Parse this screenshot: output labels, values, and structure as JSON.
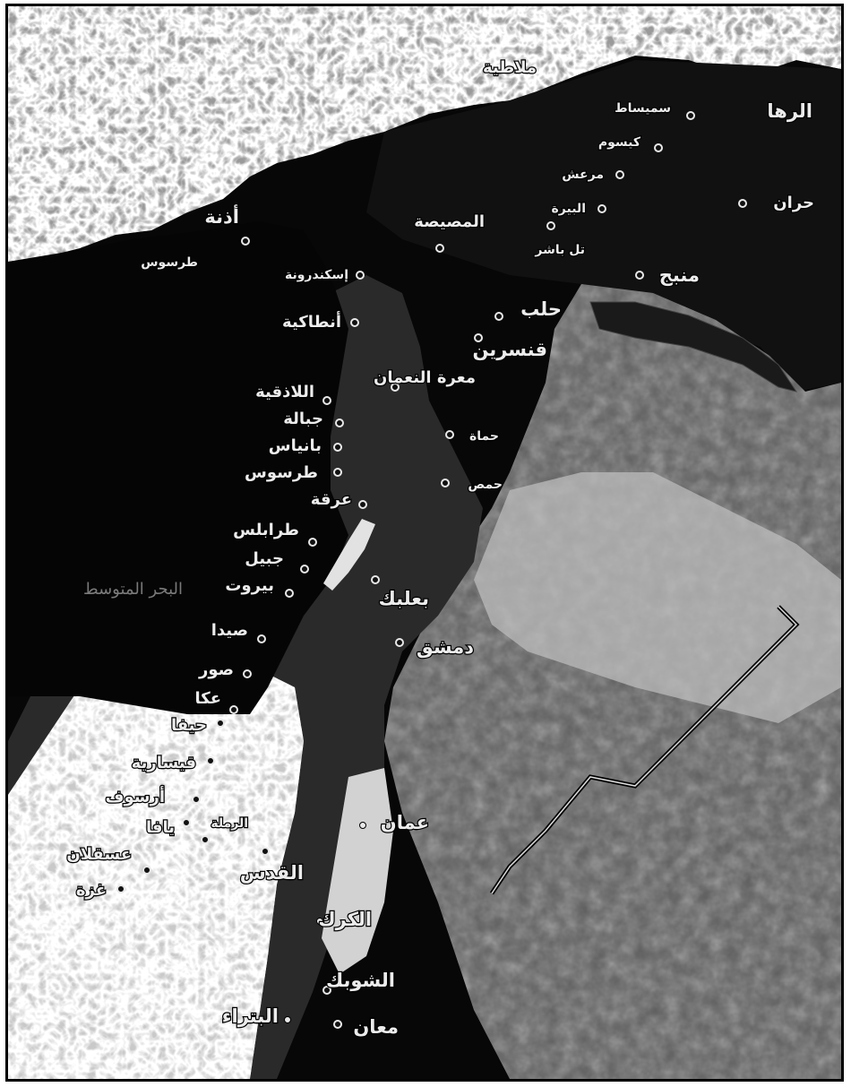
{
  "map": {
    "sea_label": "البحر المتوسط",
    "cities": [
      {
        "name": "ملاطية"
      },
      {
        "name": "سميساط"
      },
      {
        "name": "الرها"
      },
      {
        "name": "كيسوم"
      },
      {
        "name": "مرعش"
      },
      {
        "name": "البيرة"
      },
      {
        "name": "حران"
      },
      {
        "name": "أذنة"
      },
      {
        "name": "طرسوس"
      },
      {
        "name": "المصيصة"
      },
      {
        "name": "تل باشر"
      },
      {
        "name": "منبج"
      },
      {
        "name": "إسكندرونة"
      },
      {
        "name": "أنطاكية"
      },
      {
        "name": "حلب"
      },
      {
        "name": "قنسرين"
      },
      {
        "name": "اللاذقية"
      },
      {
        "name": "معرة النعمان"
      },
      {
        "name": "جبالة"
      },
      {
        "name": "بانياس"
      },
      {
        "name": "حماة"
      },
      {
        "name": "طرسوس"
      },
      {
        "name": "حمص"
      },
      {
        "name": "عرقة"
      },
      {
        "name": "طرابلس"
      },
      {
        "name": "جبيل"
      },
      {
        "name": "بيروت"
      },
      {
        "name": "بعلبك"
      },
      {
        "name": "صيدا"
      },
      {
        "name": "دمشق"
      },
      {
        "name": "صور"
      },
      {
        "name": "عكا"
      },
      {
        "name": "حيفا"
      },
      {
        "name": "قيسارية"
      },
      {
        "name": "أرسوف"
      },
      {
        "name": "يافا"
      },
      {
        "name": "الرملة"
      },
      {
        "name": "عسقلان"
      },
      {
        "name": "القدس"
      },
      {
        "name": "غزة"
      },
      {
        "name": "عمان"
      },
      {
        "name": "الكرك"
      },
      {
        "name": "الشوبك"
      },
      {
        "name": "البتراء"
      },
      {
        "name": "معان"
      }
    ]
  }
}
